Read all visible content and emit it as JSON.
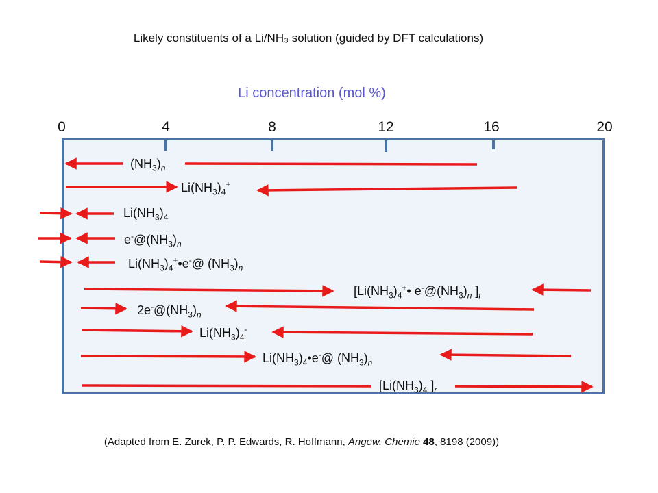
{
  "title": "Likely constituents of a Li/NH₃ solution (guided by DFT calculations)",
  "axis": {
    "label": "Li concentration (mol %)",
    "ticks": [
      "0",
      "4",
      "8",
      "12",
      "16",
      "20"
    ],
    "domain": [
      0,
      20
    ]
  },
  "colors": {
    "arrow": "#e81a1a",
    "box_border": "#4a73a8",
    "box_fill": "#eef4fa",
    "tick_mark": "#4a73a8",
    "axis_label": "#5b57c9"
  },
  "species": [
    {
      "label": "(NH₃)ₙ"
    },
    {
      "label": "Li(NH₃)₄⁺"
    },
    {
      "label": "Li(NH₃)₄"
    },
    {
      "label": "e⁻@(NH₃)ₙ"
    },
    {
      "label": "Li(NH₃)₄⁺•e⁻@ (NH₃)ₙ"
    },
    {
      "label": "[Li(NH₃)₄⁺• e⁻@(NH₃)ₙ ]ᵣ"
    },
    {
      "label": "2e⁻@(NH₃)ₙ"
    },
    {
      "label": "Li(NH₃)₄⁻"
    },
    {
      "label": "Li(NH₃)₄•e⁻@ (NH₃)ₙ"
    },
    {
      "label": "[Li(NH₃)₄ ]ᵣ"
    }
  ],
  "citation": {
    "prefix": "(Adapted from E. Zurek, P. P. Edwards, R. Hoffmann, ",
    "journal": "Angew. Chemie",
    "volume": "48",
    "suffix": ", 8198 (2009))"
  }
}
